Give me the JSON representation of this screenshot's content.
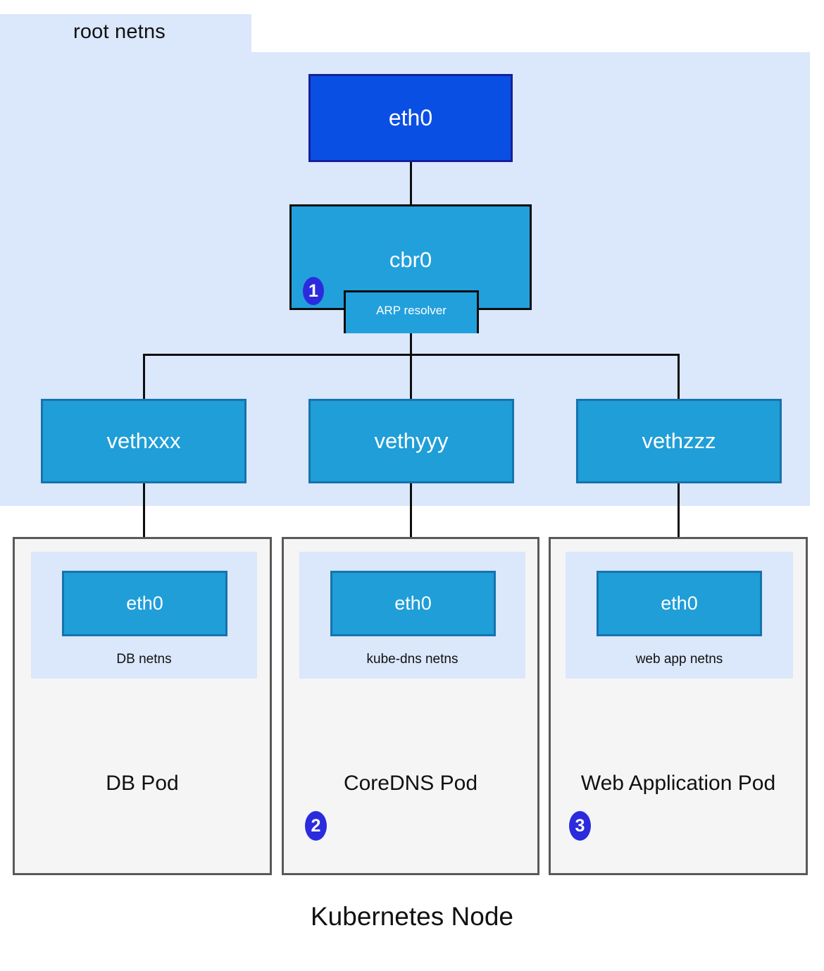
{
  "diagram": {
    "footer_title": "Kubernetes Node",
    "root_netns_label": "root netns",
    "colors": {
      "root_netns_fill": "#dbe7fb",
      "eth0_root_fill": "#0a4fe4",
      "eth0_root_border": "#15209b",
      "bridge_fill": "#22a0dc",
      "veth_fill": "#1f9ed8",
      "veth_border": "#1773ad",
      "pod_fill": "#f5f5f5",
      "pod_border": "#595959",
      "badge_fill": "#2b2bdd",
      "line_color": "#0d0d0d"
    }
  },
  "root_netns": {
    "uplink": {
      "label": "eth0"
    },
    "bridge": {
      "label": "cbr0"
    },
    "arp_resolver": {
      "label": "ARP resolver"
    },
    "badge_1": "1",
    "veths": [
      {
        "label": "vethxxx"
      },
      {
        "label": "vethyyy"
      },
      {
        "label": "vethzzz"
      }
    ]
  },
  "pods": [
    {
      "title": "DB Pod",
      "netns_label": "DB netns",
      "interface_label": "eth0",
      "badge": ""
    },
    {
      "title": "CoreDNS Pod",
      "netns_label": "kube-dns netns",
      "interface_label": "eth0",
      "badge": "2"
    },
    {
      "title": "Web Application Pod",
      "netns_label": "web app netns",
      "interface_label": "eth0",
      "badge": "3"
    }
  ]
}
